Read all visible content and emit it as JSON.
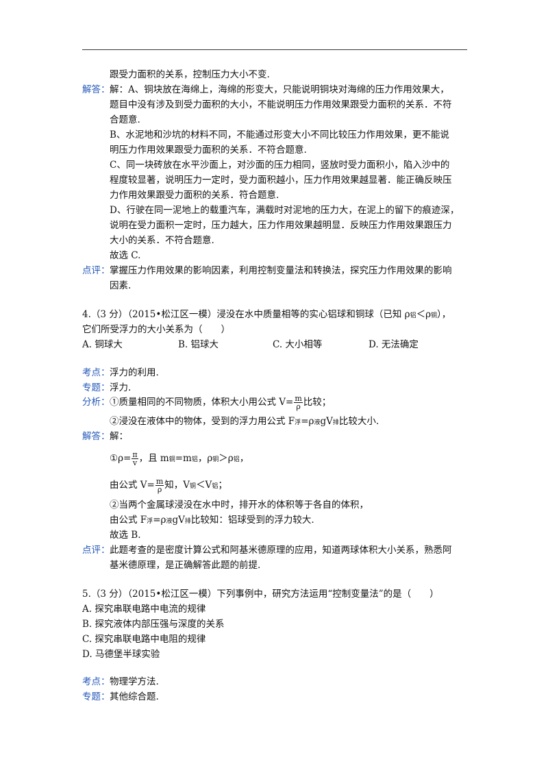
{
  "doc": {
    "line_top": "跟受力面积的关系，控制压力大小不变.",
    "q3": {
      "jieda_label": "解答：",
      "jieda_1": "解：A、铜块放在海绵上，海绵的形变大，只能说明铜块对海绵的压力作用效果大，",
      "jieda_2": "题目中没有涉及到受力面积的大小，不能说明压力作用效果跟受力面积的关系．不符",
      "jieda_3": "合题意.",
      "b_1": "B、水泥地和沙坑的材料不同，不能通过形变大小不同比较压力作用效果，更不能说",
      "b_2": "明压力作用效果跟受力面积的关系．不符合题意.",
      "c_1": "C、同一块砖放在水平沙面上，对沙面的压力相同，竖放时受力面积小，陷入沙中的",
      "c_2": "程度较显著，说明压力一定时，受力面积越小，压力作用效果越显著．能正确反映压",
      "c_3": "力作用效果跟受力面积的关系．符合题意.",
      "d_1": "D、行驶在同一泥地上的载重汽车，满载时对泥地的压力大，在泥上的留下的痕迹深，",
      "d_2": "说明在受力面积一定时，压力越大，压力作用效果越明显．反映压力作用效果跟压力",
      "d_3": "大小的关系．不符合题意.",
      "guxuan": "故选 C.",
      "dianping_label": "点评：",
      "dianping_1": "掌握压力作用效果的影响因素，利用控制变量法和转换法，探究压力作用效果的影响",
      "dianping_2": "因素."
    },
    "q4": {
      "stem_1": "4.（3 分）（2015•松江区一模）浸没在水中质量相等的实心铝球和铜球（已知 ρ",
      "sub_lv": "铝",
      "lt": "＜ρ",
      "sub_tong": "铜",
      "stem_1_end": "），",
      "stem_2": "它们所受浮力的大小关系为（　　）",
      "opt_a": "A.  铜球大",
      "opt_b": "B.  铝球大",
      "opt_c": "C.  大小相等",
      "opt_d": "D.  无法确定",
      "kaodian_label": "考点：",
      "kaodian": "浮力的利用.",
      "zhuanti_label": "专题：",
      "zhuanti": "浮力.",
      "fenxi_label": "分析：",
      "fenxi_1a": "①质量相同的不同物质，体积大小用公式 V=",
      "frac_m": "m",
      "frac_rho": "ρ",
      "fenxi_1b": "比较；",
      "fenxi_2a": "②浸没在液体中的物体，受到的浮力用公式 F",
      "sub_fu": "浮",
      "eq_rho": "=ρ",
      "sub_ye": "液",
      "gv": "gV",
      "sub_pai": "排",
      "fenxi_2b": "比较大小.",
      "jieda_label": "解答：",
      "jieda": "解：",
      "step1_a": "①ρ=",
      "frac_m2": "π",
      "frac_v": "v",
      "step1_b": "，且 m",
      "sub_tong2": "铜",
      "step1_c": "=m",
      "sub_lv2": "铝",
      "step1_d": "，ρ",
      "sub_tong3": "铜",
      "step1_e": "＞ρ",
      "sub_lv3": "铝",
      "step1_f": "，",
      "step2_a": "由公式 V=",
      "frac_m3": "m",
      "frac_rho3": "ρ",
      "step2_b": "知，V",
      "sub_tong4": "铜",
      "step2_c": "＜V",
      "sub_lv4": "铝",
      "step2_d": "；",
      "step3": "②当两个金属球浸没在水中时，排开水的体积等于各自的体积，",
      "step4_a": "由公式 F",
      "sub_fu2": "浮",
      "step4_b": "=ρ",
      "sub_ye2": "液",
      "step4_c": "gV",
      "sub_pai2": "排",
      "step4_d": "比较知：铝球受到的浮力较大.",
      "guxuan": "故选 B.",
      "dianping_label": "点评：",
      "dianping_1": "此题考查的是密度计算公式和阿基米德原理的应用，知道两球体积大小关系，熟悉阿",
      "dianping_2": "基米德原理，是正确解答此题的前提."
    },
    "q5": {
      "stem": "5.（3 分）（2015•松江区一模）下列事例中，研究方法运用“控制变量法”的是（　　）",
      "opt_a": "A.  探究串联电路中电流的规律",
      "opt_b": "B.  探究液体内部压强与深度的关系",
      "opt_c": "C.  探究串联电路中电阻的规律",
      "opt_d": "D.  马德堡半球实验",
      "kaodian_label": "考点：",
      "kaodian": "物理学方法.",
      "zhuanti_label": "专题：",
      "zhuanti": "其他综合题."
    }
  }
}
